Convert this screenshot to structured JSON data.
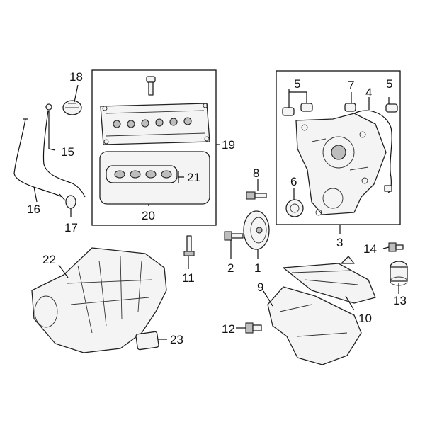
{
  "callouts": {
    "c1": "1",
    "c2": "2",
    "c3": "3",
    "c4": "4",
    "c5a": "5",
    "c5b": "5",
    "c6": "6",
    "c7": "7",
    "c8": "8",
    "c9": "9",
    "c10": "10",
    "c11": "11",
    "c12": "12",
    "c13": "13",
    "c14": "14",
    "c15": "15",
    "c16": "16",
    "c17": "17",
    "c18": "18",
    "c19": "19",
    "c20": "20",
    "c21": "21",
    "c22": "22",
    "c23": "23"
  }
}
